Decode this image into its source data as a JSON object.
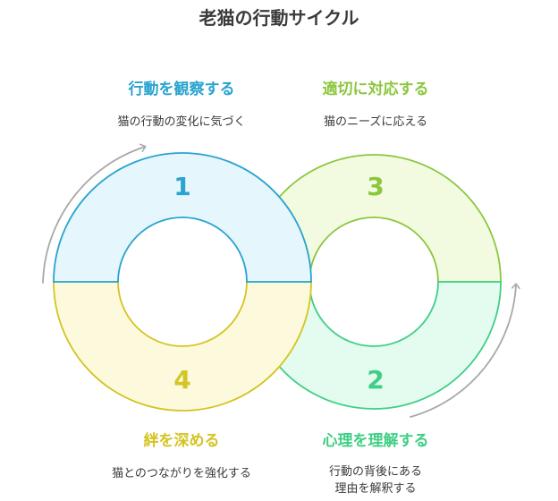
{
  "title": "老猫の行動サイクル",
  "steps": [
    {
      "number": "1",
      "heading": "行動を観察する",
      "desc": [
        "猫の行動の変化に気づく"
      ],
      "color": "#29a3cf",
      "fill": "#e6f6fd"
    },
    {
      "number": "2",
      "heading": "心理を理解する",
      "desc": [
        "行動の背後にある",
        "理由を解釈する"
      ],
      "color": "#3ecf84",
      "fill": "#e4fbef"
    },
    {
      "number": "3",
      "heading": "適切に対応する",
      "desc": [
        "猫のニーズに応える"
      ],
      "color": "#8cc63f",
      "fill": "#f2fbdf"
    },
    {
      "number": "4",
      "heading": "絆を深める",
      "desc": [
        "猫とのつながりを強化する"
      ],
      "color": "#d4c424",
      "fill": "#fdf9dc"
    }
  ],
  "arrow_color": "#a8a8a8"
}
